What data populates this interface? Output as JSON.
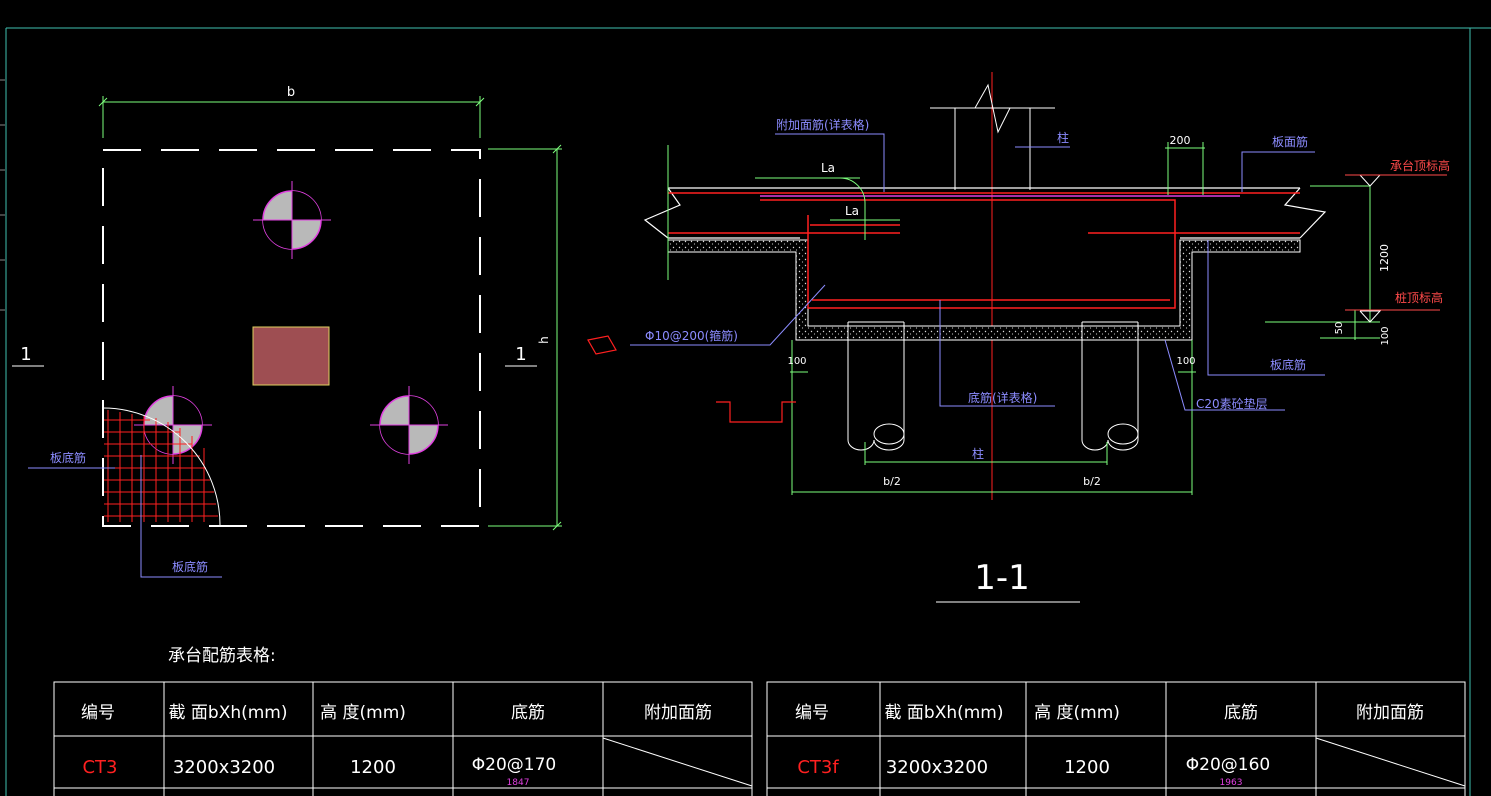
{
  "plan": {
    "dim_b": "b",
    "dim_h": "h",
    "section_mark_left": "1",
    "section_mark_right": "1",
    "label_bottom_bar_1": "板底筋",
    "label_bottom_bar_2": "板底筋"
  },
  "section": {
    "label_additional_top": "附加面筋(详表格)",
    "label_column": "柱",
    "label_la_1": "La",
    "label_la_2": "La",
    "dim_200": "200",
    "label_top_bar": "板面筋",
    "label_cap_top_elev": "承台顶标高",
    "dim_1200": "1200",
    "label_pile_top_elev": "桩顶标高",
    "dim_50": "50",
    "dim_100_right": "100",
    "label_stirrup": "Φ10@200(箍筋)",
    "dim_100_a": "100",
    "dim_100_b": "100",
    "label_bottom_rebar": "底筋(详表格)",
    "label_plain_concrete": "C20素砼垫层",
    "label_bottom_bar_right": "板底筋",
    "label_column_bottom": "柱",
    "dim_b2_left": "b/2",
    "dim_b2_right": "b/2",
    "section_title": "1-1"
  },
  "table_title": "承台配筋表格:",
  "tables": [
    {
      "headers": [
        "编号",
        "截 面bXh(mm)",
        "高 度(mm)",
        "底筋",
        "附加面筋"
      ],
      "row": {
        "id": "CT3",
        "size": "3200x3200",
        "height": "1200",
        "bottom": "Φ20@170",
        "bottom_note": "1847",
        "extra": ""
      }
    },
    {
      "headers": [
        "编号",
        "截 面bXh(mm)",
        "高 度(mm)",
        "底筋",
        "附加面筋"
      ],
      "row": {
        "id": "CT3f",
        "size": "3200x3200",
        "height": "1200",
        "bottom": "Φ20@160",
        "bottom_note": "1963",
        "extra": ""
      }
    }
  ],
  "colors": {
    "background": "#000000",
    "frame": "#3fbfb0",
    "dim_green": "#7dff7d",
    "label_blue": "#8c8cff",
    "rebar_red": "#ff2020",
    "pile_magenta": "#e040e0",
    "column_fill": "#9e4e52",
    "text_white": "#ffffff"
  }
}
